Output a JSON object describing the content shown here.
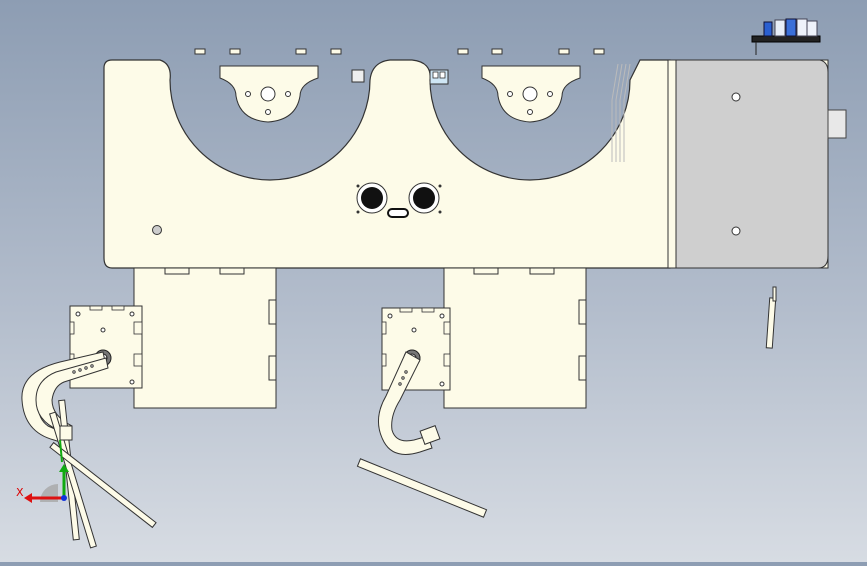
{
  "viewport": {
    "background_top": "#8d9db3",
    "background_bottom": "#d7dce3",
    "part_fill": "#fdfbe8",
    "part_stroke": "#333333",
    "housing_fill": "#cfcfcf"
  },
  "triad": {
    "x_label": "X",
    "x_color": "#dd1111",
    "y_color": "#11aa11",
    "z_color": "#1133dd"
  },
  "components": {
    "main_chassis": "chassis-plate",
    "left_wheel_cutout": "wheel-arch-left",
    "right_wheel_cutout": "wheel-arch-right",
    "ultrasonic_sensor": "ultrasonic-eyes",
    "battery_housing": "battery-box",
    "left_servo_bracket": "servo-bracket-left",
    "right_servo_bracket": "servo-bracket-right",
    "left_arm": "gripper-arm-left",
    "right_arm": "gripper-arm-right",
    "electronics_board": "top-right-board"
  }
}
